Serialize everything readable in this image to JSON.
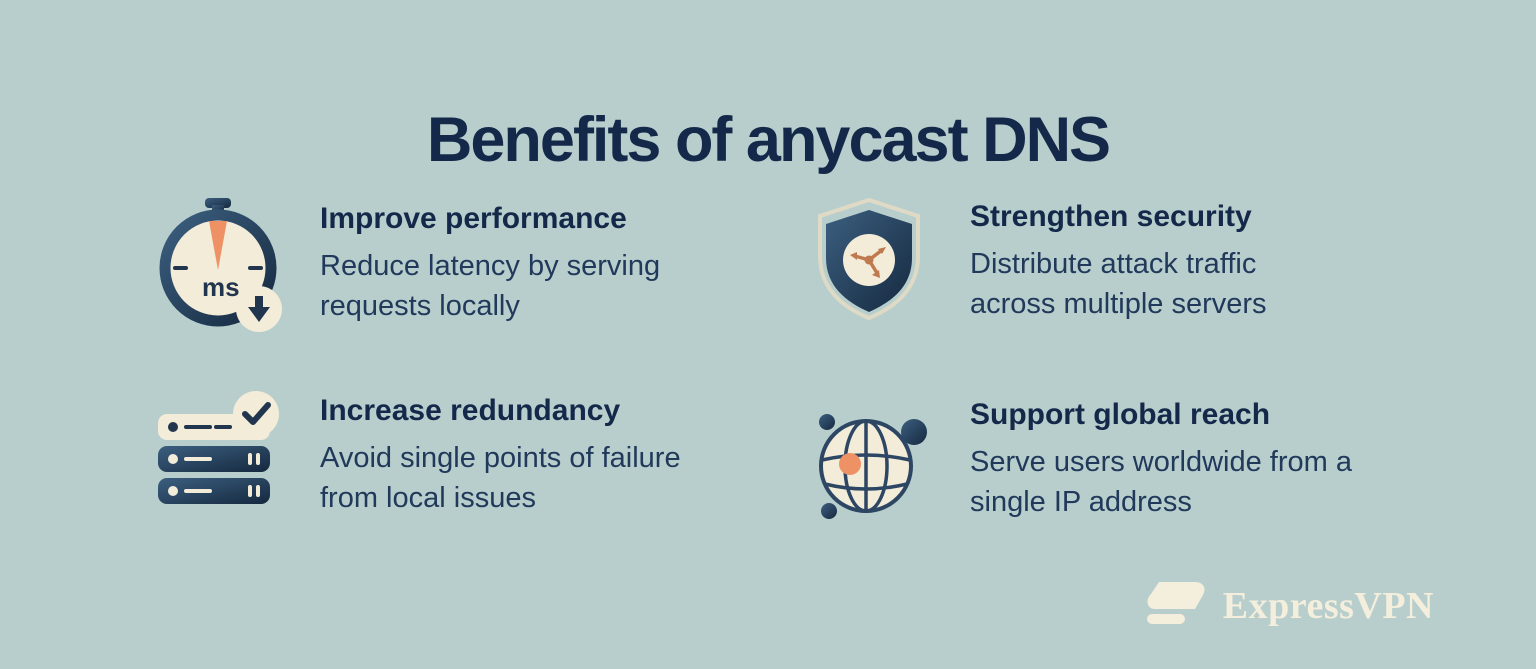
{
  "title": "Benefits of anycast DNS",
  "benefits": [
    {
      "icon": "stopwatch-ms-decrease",
      "title": "Improve performance",
      "description": "Reduce latency by serving requests locally"
    },
    {
      "icon": "shield-distribute-traffic",
      "title": "Strengthen security",
      "description": "Distribute attack traffic across multiple servers"
    },
    {
      "icon": "server-stack-check",
      "title": "Increase redundancy",
      "description": "Avoid single points of failure from local issues"
    },
    {
      "icon": "globe-nodes",
      "title": "Support global reach",
      "description": "Serve users worldwide from a single IP address"
    }
  ],
  "stopwatch_label": "ms",
  "logo": {
    "text": "ExpressVPN"
  },
  "colors": {
    "background": "#b8cecd",
    "heading": "#14294a",
    "body_text": "#21395a",
    "cream": "#f2ecd9",
    "orange": "#ee9165",
    "navy_icon_dark": "#15293f",
    "navy_icon_light": "#3c5f80"
  }
}
